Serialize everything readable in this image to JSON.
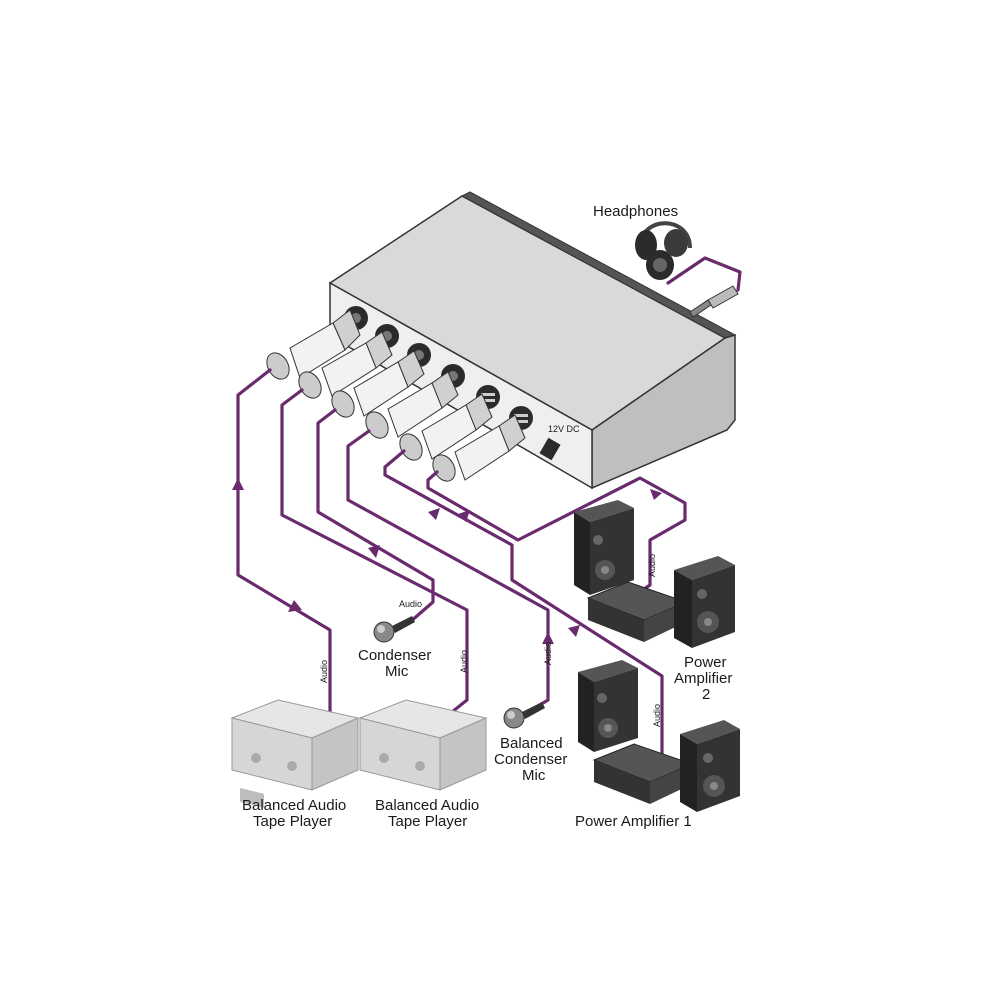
{
  "labels": {
    "headphones": "Headphones",
    "condenser_mic": [
      "Condenser",
      "Mic"
    ],
    "balanced_condenser_mic": [
      "Balanced",
      "Condenser",
      "Mic"
    ],
    "tape_player_1": [
      "Balanced Audio",
      "Tape Player"
    ],
    "tape_player_2": [
      "Balanced Audio",
      "Tape Player"
    ],
    "power_amp_1": "Power Amplifier 1",
    "power_amp_2": [
      "Power",
      "Amplifier",
      "2"
    ]
  },
  "cable_labels": {
    "tape1": "Audio",
    "tape2": "Audio",
    "mic1": "Audio",
    "mic2": "Audio",
    "amp2": "Audio",
    "amp1": "Audio"
  },
  "device": {
    "power_label": "12V DC"
  },
  "colors": {
    "cable": "#6a2a6e",
    "device_body": "#e8e8e8",
    "device_dark": "#2b2b2b",
    "speaker": "#2e2e2e",
    "tape_player": "#d6d6d6"
  }
}
